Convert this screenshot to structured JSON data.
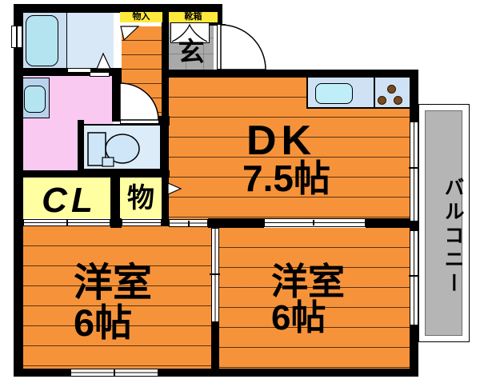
{
  "labels": {
    "storage_top": "物入",
    "shoe_box": "靴箱",
    "entrance": "玄",
    "closet": "CL",
    "storage_small": "物",
    "balcony": "バルコニー"
  },
  "rooms": {
    "dk": {
      "name": "DK",
      "size": "7.5帖"
    },
    "bedroom_left": {
      "name": "洋室",
      "size": "6帖"
    },
    "bedroom_right": {
      "name": "洋室",
      "size": "6帖"
    }
  },
  "colors": {
    "floor_orange": "#F6933A",
    "wall_black": "#000000",
    "label_yellow_bright": "#FFE93C",
    "closet_yellow": "#FFFFA2",
    "washroom_pink": "#F9C9F2",
    "bath_blue": "#C9DEF0",
    "bath_blue_light": "#D9E8F6",
    "fixture_cyan": "#B4E4F0",
    "toilet_blue": "#DCECF9",
    "counter_blue": "#CFE2F5",
    "genkan_gray": "#A9A9A9",
    "balcony_gray": "#B5B5B5",
    "burner_brown": "#7A4A1E"
  }
}
